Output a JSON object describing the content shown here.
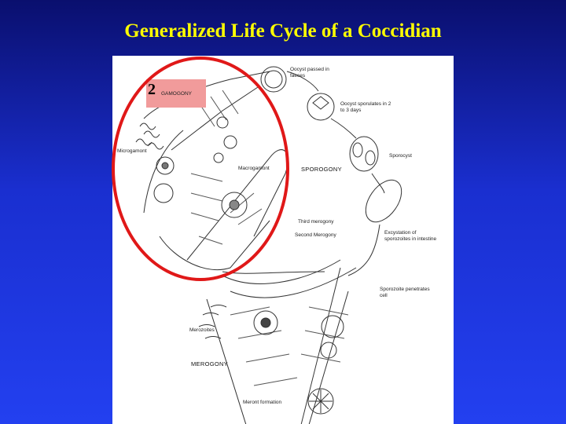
{
  "title": "Generalized Life Cycle of a Coccidian",
  "highlight": {
    "number": "2",
    "label": "GAMOGONY"
  },
  "stages": {
    "sporogony": "SPOROGONY",
    "merogony": "MEROGONY"
  },
  "labels": {
    "oocyst_passed": "Oocyst passed in faeces",
    "oocyst_sporulates": "Oocyst sporulates in 2 to 3 days",
    "sporocyst": "Sporocyst",
    "microgamont": "Microgamont",
    "macrogamont": "Macrogamont",
    "third_merogony": "Third merogony",
    "second_merogony": "Second Merogony",
    "excystation": "Excystation of sporozoites in intestine",
    "sporozoite_penetrates": "Sporozoite penetrates cell",
    "merozoites": "Merozoites",
    "meront_formation": "Meront formation"
  },
  "colors": {
    "highlight_ring": "#e01818",
    "label_box": "#f19b9b",
    "title": "#ffff00"
  }
}
